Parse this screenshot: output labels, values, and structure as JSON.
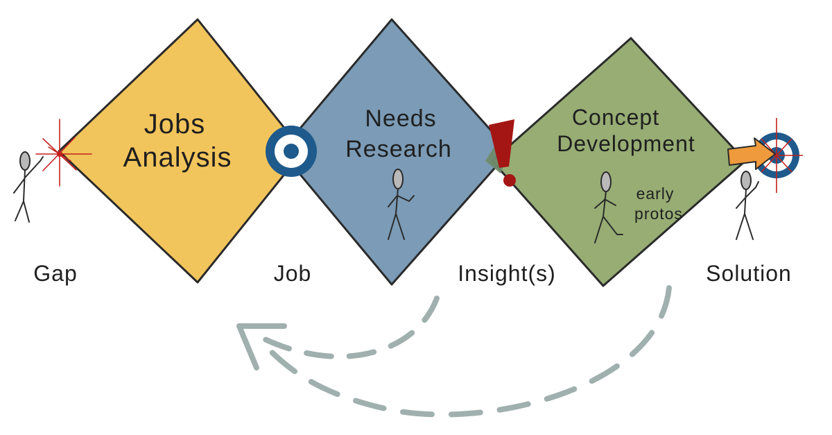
{
  "diamonds": [
    {
      "title_line1": "Jobs",
      "title_line2": "Analysis",
      "color": "#f2c55c"
    },
    {
      "title_line1": "Needs",
      "title_line2": "Research",
      "color": "#7b9bb6"
    },
    {
      "title_line1": "Concept",
      "title_line2": "Development",
      "color": "#97ad74"
    }
  ],
  "stages": [
    "Gap",
    "Job",
    "Insight(s)",
    "Solution"
  ],
  "notes": {
    "early_line1": "early",
    "early_line2": "protos"
  },
  "colors": {
    "target_blue": "#1e5a8c",
    "exclamation_red": "#a41614",
    "spark_red": "#c4201c",
    "arrow_orange": "#ef9a3c",
    "loop_gray": "#9fb0ae"
  },
  "icons": [
    "spark-icon",
    "target-icon",
    "exclamation-icon",
    "bullseye-icon",
    "feedback-arrow-icon"
  ]
}
